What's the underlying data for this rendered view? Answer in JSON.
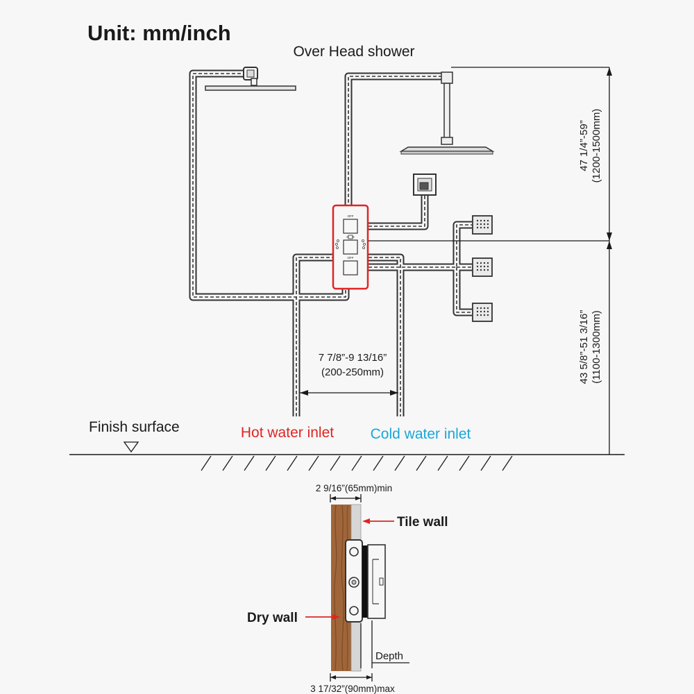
{
  "unit_label": "Unit: mm/inch",
  "overhead_shower_label": "Over Head shower",
  "height_upper": {
    "inch": "47 1/4”-59”",
    "mm": "(1200-1500mm)"
  },
  "height_lower": {
    "inch": "43 5/8”-51 3/16”",
    "mm": "(1100-1300mm)"
  },
  "inlet_spacing": {
    "inch": "7 7/8”-9 13/16”",
    "mm": "(200-250mm)"
  },
  "finish_surface_label": "Finish surface",
  "hot_inlet_label": "Hot water inlet",
  "cold_inlet_label": "Cold water inlet",
  "valve_labels": {
    "top": "OFF",
    "middle": "SAFE",
    "bottom": "OFF"
  },
  "wall_min_label": "2 9/16”(65mm)min",
  "tile_wall_label": "Tile wall",
  "dry_wall_label": "Dry wall",
  "depth_label": "Depth",
  "wall_max_label": "3 17/32”(90mm)max",
  "colors": {
    "hot": "#e02424",
    "cold": "#1aa6d8",
    "valve_border": "#e02424",
    "wood": "#a0663a",
    "tile": "#d6d6d6"
  },
  "icons": [
    "rain-shower-head-icon",
    "wall-shower-arm-icon",
    "ceiling-shower-head-icon",
    "handheld-bracket-icon",
    "body-jet-icon",
    "thermostatic-valve-icon"
  ]
}
